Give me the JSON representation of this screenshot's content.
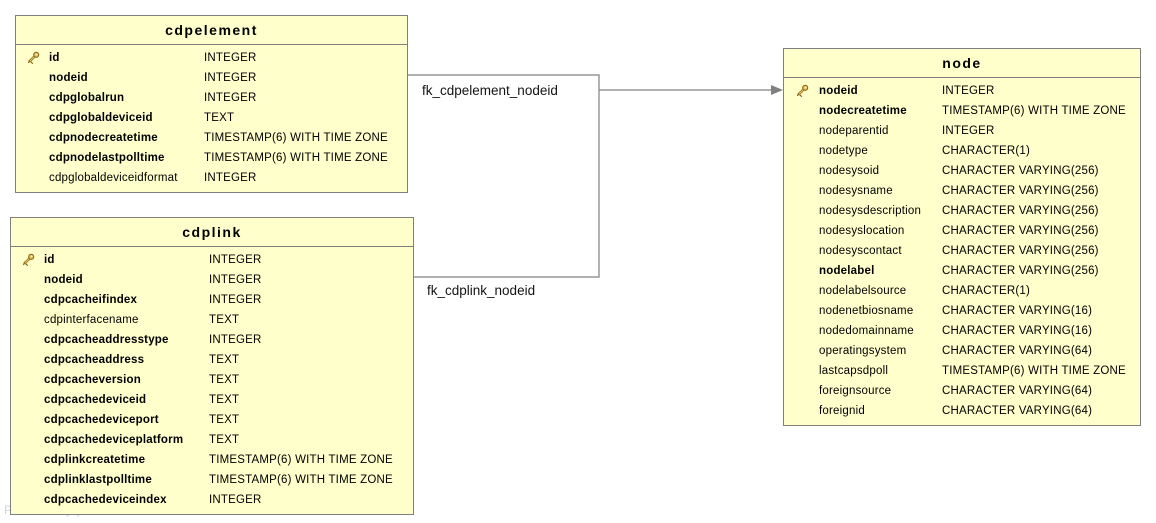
{
  "diagram": {
    "watermark": "Powered by yFiles",
    "colors": {
      "table_fill": "#FFFFCC",
      "table_border": "#7F7F7F",
      "connector": "#808080",
      "key_gold": "#C9A227",
      "title_text": "#000000"
    },
    "relations": [
      {
        "label": "fk_cdpelement_nodeid",
        "from": "cdpelement",
        "to": "node"
      },
      {
        "label": "fk_cdplink_nodeid",
        "from": "cdplink",
        "to": "node"
      }
    ],
    "tables": [
      {
        "title": "cdpelement",
        "rows": [
          {
            "name": "id",
            "type": "INTEGER",
            "key": true,
            "bold": true
          },
          {
            "name": "nodeid",
            "type": "INTEGER",
            "key": false,
            "bold": true
          },
          {
            "name": "cdpglobalrun",
            "type": "INTEGER",
            "key": false,
            "bold": true
          },
          {
            "name": "cdpglobaldeviceid",
            "type": "TEXT",
            "key": false,
            "bold": true
          },
          {
            "name": "cdpnodecreatetime",
            "type": "TIMESTAMP(6) WITH TIME ZONE",
            "key": false,
            "bold": true
          },
          {
            "name": "cdpnodelastpolltime",
            "type": "TIMESTAMP(6) WITH TIME ZONE",
            "key": false,
            "bold": true
          },
          {
            "name": "cdpglobaldeviceidformat",
            "type": "INTEGER",
            "key": false,
            "bold": false
          }
        ]
      },
      {
        "title": "cdplink",
        "rows": [
          {
            "name": "id",
            "type": "INTEGER",
            "key": true,
            "bold": true
          },
          {
            "name": "nodeid",
            "type": "INTEGER",
            "key": false,
            "bold": true
          },
          {
            "name": "cdpcacheifindex",
            "type": "INTEGER",
            "key": false,
            "bold": true
          },
          {
            "name": "cdpinterfacename",
            "type": "TEXT",
            "key": false,
            "bold": false
          },
          {
            "name": "cdpcacheaddresstype",
            "type": "INTEGER",
            "key": false,
            "bold": true
          },
          {
            "name": "cdpcacheaddress",
            "type": "TEXT",
            "key": false,
            "bold": true
          },
          {
            "name": "cdpcacheversion",
            "type": "TEXT",
            "key": false,
            "bold": true
          },
          {
            "name": "cdpcachedeviceid",
            "type": "TEXT",
            "key": false,
            "bold": true
          },
          {
            "name": "cdpcachedeviceport",
            "type": "TEXT",
            "key": false,
            "bold": true
          },
          {
            "name": "cdpcachedeviceplatform",
            "type": "TEXT",
            "key": false,
            "bold": true
          },
          {
            "name": "cdplinkcreatetime",
            "type": "TIMESTAMP(6) WITH TIME ZONE",
            "key": false,
            "bold": true
          },
          {
            "name": "cdplinklastpolltime",
            "type": "TIMESTAMP(6) WITH TIME ZONE",
            "key": false,
            "bold": true
          },
          {
            "name": "cdpcachedeviceindex",
            "type": "INTEGER",
            "key": false,
            "bold": true
          }
        ]
      },
      {
        "title": "node",
        "rows": [
          {
            "name": "nodeid",
            "type": "INTEGER",
            "key": true,
            "bold": true
          },
          {
            "name": "nodecreatetime",
            "type": "TIMESTAMP(6) WITH TIME ZONE",
            "key": false,
            "bold": true
          },
          {
            "name": "nodeparentid",
            "type": "INTEGER",
            "key": false,
            "bold": false
          },
          {
            "name": "nodetype",
            "type": "CHARACTER(1)",
            "key": false,
            "bold": false
          },
          {
            "name": "nodesysoid",
            "type": "CHARACTER VARYING(256)",
            "key": false,
            "bold": false
          },
          {
            "name": "nodesysname",
            "type": "CHARACTER VARYING(256)",
            "key": false,
            "bold": false
          },
          {
            "name": "nodesysdescription",
            "type": "CHARACTER VARYING(256)",
            "key": false,
            "bold": false
          },
          {
            "name": "nodesyslocation",
            "type": "CHARACTER VARYING(256)",
            "key": false,
            "bold": false
          },
          {
            "name": "nodesyscontact",
            "type": "CHARACTER VARYING(256)",
            "key": false,
            "bold": false
          },
          {
            "name": "nodelabel",
            "type": "CHARACTER VARYING(256)",
            "key": false,
            "bold": true
          },
          {
            "name": "nodelabelsource",
            "type": "CHARACTER(1)",
            "key": false,
            "bold": false
          },
          {
            "name": "nodenetbiosname",
            "type": "CHARACTER VARYING(16)",
            "key": false,
            "bold": false
          },
          {
            "name": "nodedomainname",
            "type": "CHARACTER VARYING(16)",
            "key": false,
            "bold": false
          },
          {
            "name": "operatingsystem",
            "type": "CHARACTER VARYING(64)",
            "key": false,
            "bold": false
          },
          {
            "name": "lastcapsdpoll",
            "type": "TIMESTAMP(6) WITH TIME ZONE",
            "key": false,
            "bold": false
          },
          {
            "name": "foreignsource",
            "type": "CHARACTER VARYING(64)",
            "key": false,
            "bold": false
          },
          {
            "name": "foreignid",
            "type": "CHARACTER VARYING(64)",
            "key": false,
            "bold": false
          }
        ]
      }
    ]
  }
}
